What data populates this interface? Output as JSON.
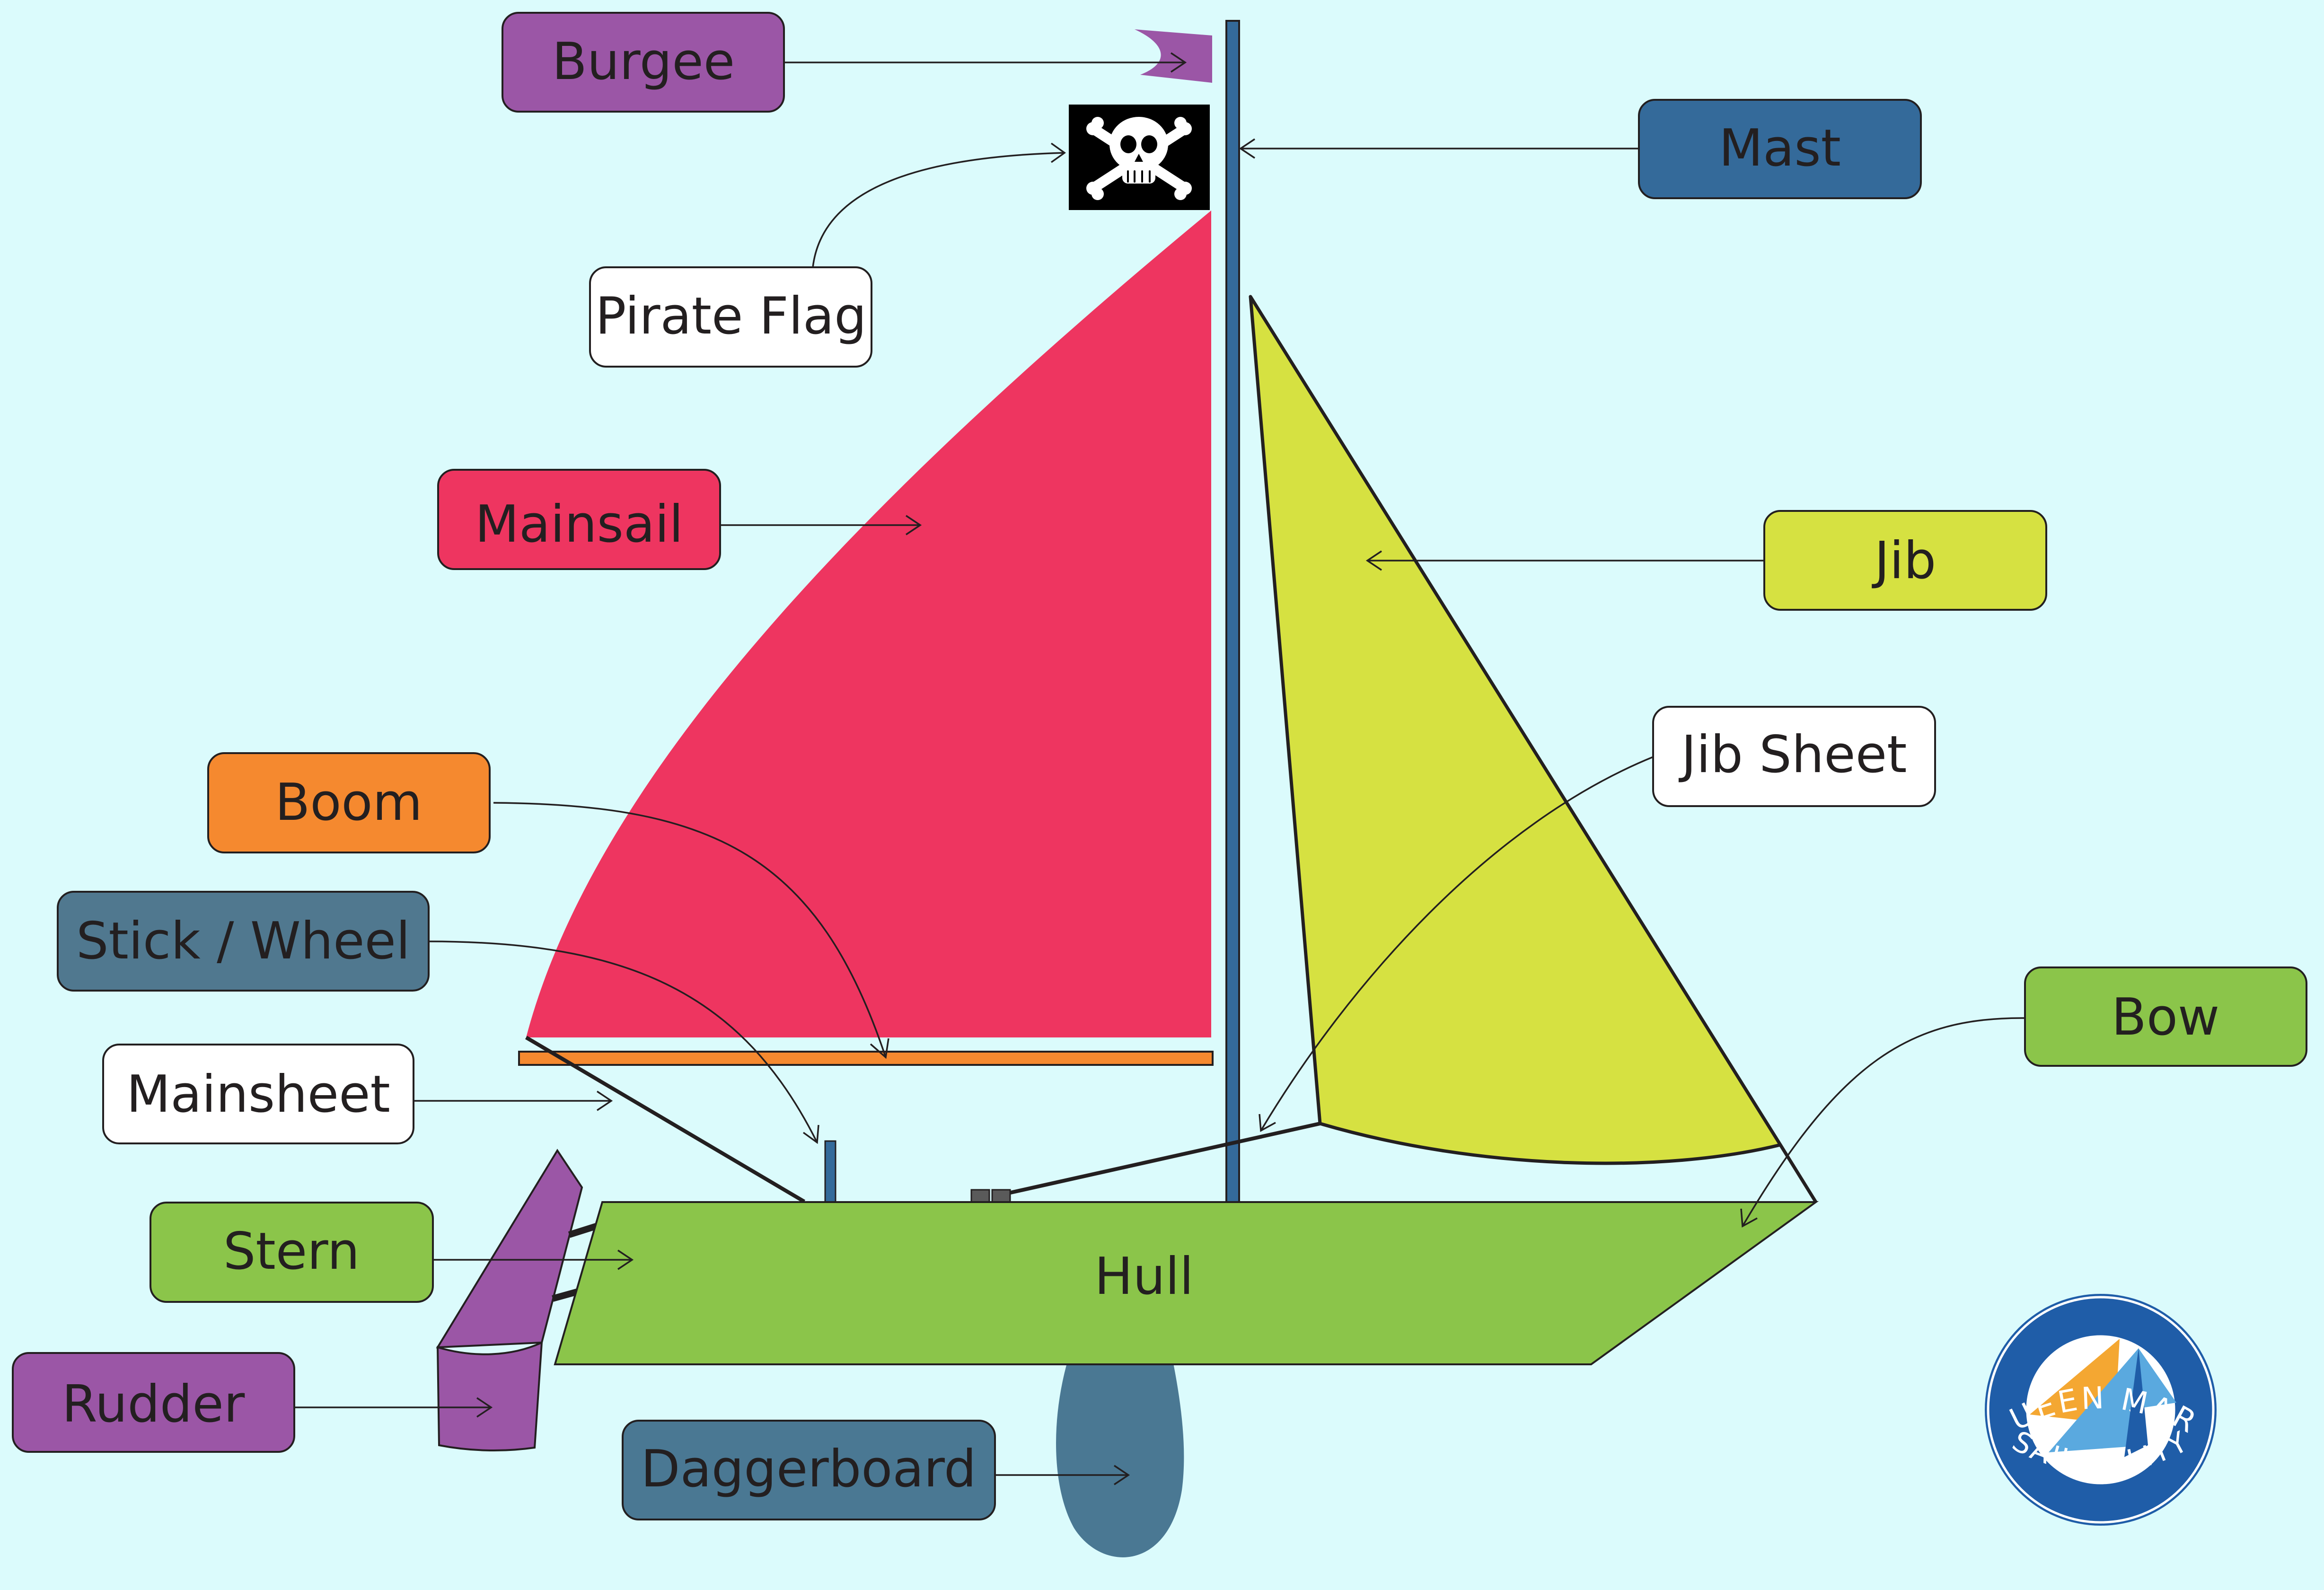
{
  "labels": {
    "burgee": "Burgee",
    "mast": "Mast",
    "pirate_flag": "Pirate Flag",
    "mainsail": "Mainsail",
    "jib": "Jib",
    "jib_sheet": "Jib Sheet",
    "boom": "Boom",
    "stick_wheel": "Stick / Wheel",
    "bow": "Bow",
    "mainsheet": "Mainsheet",
    "stern": "Stern",
    "hull": "Hull",
    "rudder": "Rudder",
    "daggerboard": "Daggerboard"
  },
  "logo": {
    "text_top": "QUEEN MARY",
    "text_bottom": "SAILABILITY"
  },
  "colors": {
    "background": "#dbfbfc",
    "mainsail": "#ee3560",
    "jib": "#d6e141",
    "hull": "#8bc54a",
    "mast": "#346a9a",
    "boom": "#f5892f",
    "burgee": "#9b56a6",
    "daggerboard": "#4a7893",
    "stick_wheel": "#50788f",
    "logo_blue": "#1f5da8"
  }
}
